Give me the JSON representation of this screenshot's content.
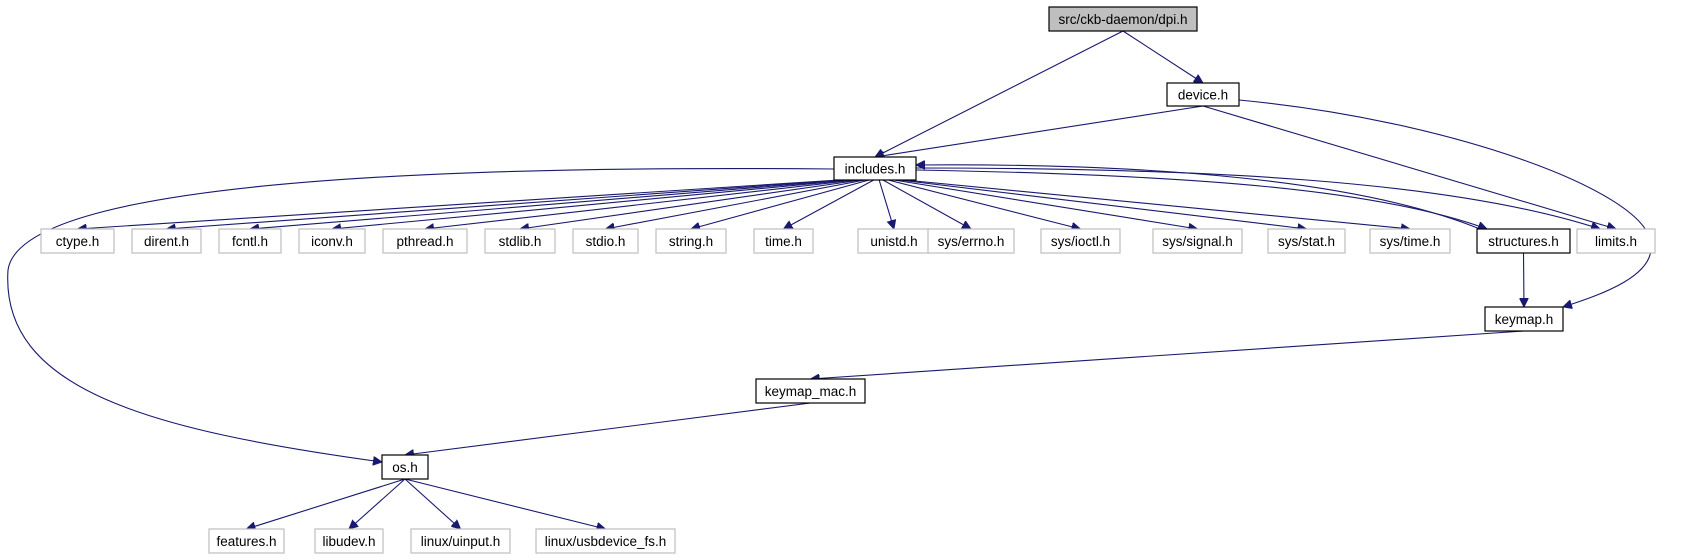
{
  "diagram": {
    "type": "include-dependency-graph",
    "colors": {
      "edge": "#191970",
      "root_fill": "#bfbfbf",
      "node_border": "#000000",
      "external_border": "#bfbfbf"
    },
    "nodes": [
      {
        "id": "dpi_h",
        "label": "src/ckb-daemon/dpi.h",
        "kind": "root"
      },
      {
        "id": "device_h",
        "label": "device.h",
        "kind": "std"
      },
      {
        "id": "includes_h",
        "label": "includes.h",
        "kind": "std"
      },
      {
        "id": "ctype_h",
        "label": "ctype.h",
        "kind": "ext"
      },
      {
        "id": "dirent_h",
        "label": "dirent.h",
        "kind": "ext"
      },
      {
        "id": "fcntl_h",
        "label": "fcntl.h",
        "kind": "ext"
      },
      {
        "id": "iconv_h",
        "label": "iconv.h",
        "kind": "ext"
      },
      {
        "id": "pthread_h",
        "label": "pthread.h",
        "kind": "ext"
      },
      {
        "id": "stdlib_h",
        "label": "stdlib.h",
        "kind": "ext"
      },
      {
        "id": "stdio_h",
        "label": "stdio.h",
        "kind": "ext"
      },
      {
        "id": "string_h",
        "label": "string.h",
        "kind": "ext"
      },
      {
        "id": "time_h",
        "label": "time.h",
        "kind": "ext"
      },
      {
        "id": "unistd_h",
        "label": "unistd.h",
        "kind": "ext"
      },
      {
        "id": "sys_errno_h",
        "label": "sys/errno.h",
        "kind": "ext"
      },
      {
        "id": "sys_ioctl_h",
        "label": "sys/ioctl.h",
        "kind": "ext"
      },
      {
        "id": "sys_signal_h",
        "label": "sys/signal.h",
        "kind": "ext"
      },
      {
        "id": "sys_stat_h",
        "label": "sys/stat.h",
        "kind": "ext"
      },
      {
        "id": "sys_time_h",
        "label": "sys/time.h",
        "kind": "ext"
      },
      {
        "id": "structures_h",
        "label": "structures.h",
        "kind": "std"
      },
      {
        "id": "limits_h",
        "label": "limits.h",
        "kind": "ext"
      },
      {
        "id": "keymap_h",
        "label": "keymap.h",
        "kind": "std"
      },
      {
        "id": "keymap_mac_h",
        "label": "keymap_mac.h",
        "kind": "std"
      },
      {
        "id": "os_h",
        "label": "os.h",
        "kind": "std"
      },
      {
        "id": "features_h",
        "label": "features.h",
        "kind": "ext"
      },
      {
        "id": "libudev_h",
        "label": "libudev.h",
        "kind": "ext"
      },
      {
        "id": "linux_uinput_h",
        "label": "linux/uinput.h",
        "kind": "ext"
      },
      {
        "id": "linux_usbdevice_fs_h",
        "label": "linux/usbdevice_fs.h",
        "kind": "ext"
      }
    ],
    "edges": [
      [
        "dpi_h",
        "includes_h"
      ],
      [
        "dpi_h",
        "device_h"
      ],
      [
        "device_h",
        "includes_h"
      ],
      [
        "device_h",
        "limits_h"
      ],
      [
        "device_h",
        "keymap_h"
      ],
      [
        "includes_h",
        "os_h"
      ],
      [
        "includes_h",
        "ctype_h"
      ],
      [
        "includes_h",
        "dirent_h"
      ],
      [
        "includes_h",
        "fcntl_h"
      ],
      [
        "includes_h",
        "iconv_h"
      ],
      [
        "includes_h",
        "pthread_h"
      ],
      [
        "includes_h",
        "stdlib_h"
      ],
      [
        "includes_h",
        "stdio_h"
      ],
      [
        "includes_h",
        "string_h"
      ],
      [
        "includes_h",
        "time_h"
      ],
      [
        "includes_h",
        "unistd_h"
      ],
      [
        "includes_h",
        "sys_errno_h"
      ],
      [
        "includes_h",
        "sys_ioctl_h"
      ],
      [
        "includes_h",
        "sys_signal_h"
      ],
      [
        "includes_h",
        "sys_stat_h"
      ],
      [
        "includes_h",
        "sys_time_h"
      ],
      [
        "includes_h",
        "structures_h"
      ],
      [
        "includes_h",
        "limits_h"
      ],
      [
        "structures_h",
        "includes_h"
      ],
      [
        "structures_h",
        "keymap_h"
      ],
      [
        "keymap_h",
        "keymap_mac_h"
      ],
      [
        "keymap_mac_h",
        "os_h"
      ],
      [
        "os_h",
        "features_h"
      ],
      [
        "os_h",
        "libudev_h"
      ],
      [
        "os_h",
        "linux_uinput_h"
      ],
      [
        "os_h",
        "linux_usbdevice_fs_h"
      ]
    ]
  }
}
